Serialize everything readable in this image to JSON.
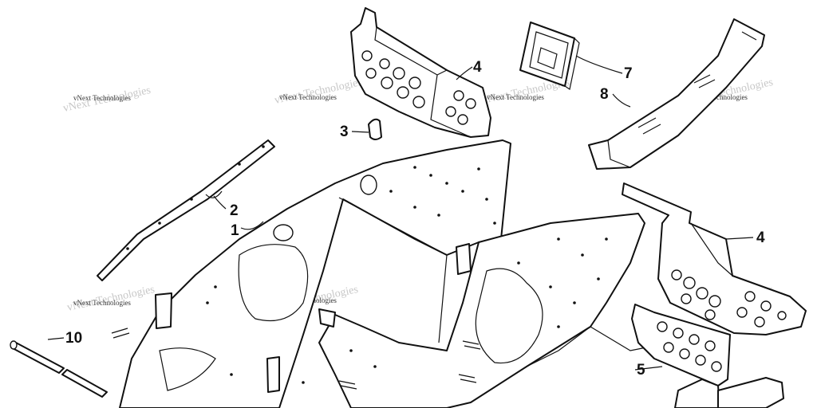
{
  "watermark": {
    "text": "vNext Technologies"
  },
  "callouts": [
    "1",
    "2",
    "3",
    "4",
    "4",
    "5",
    "7",
    "8",
    "10"
  ],
  "colors": {
    "line": "#111111",
    "background": "#ffffff",
    "watermark": "#c8c8c8"
  }
}
